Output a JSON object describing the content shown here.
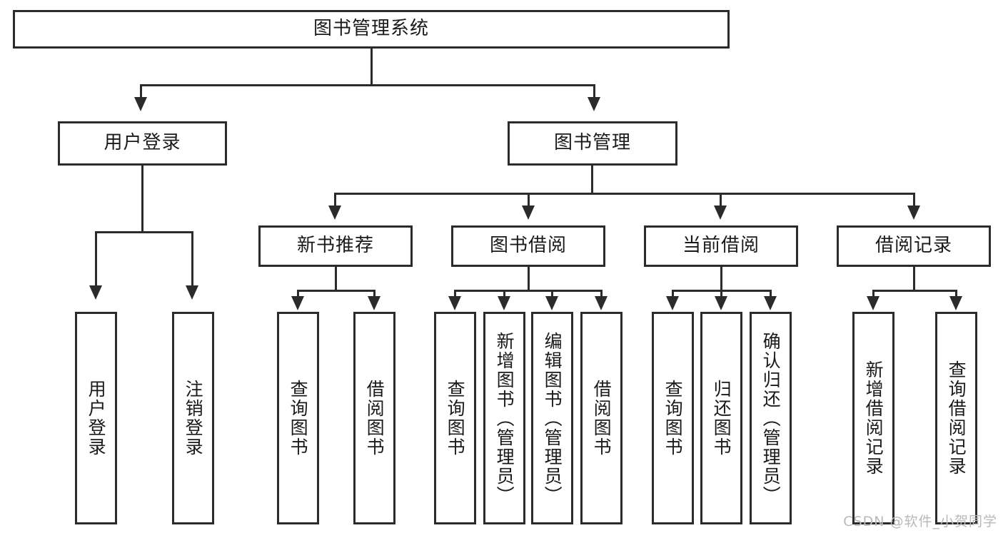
{
  "diagram": {
    "title": "图书管理系统",
    "type": "tree-hierarchy-chart",
    "watermark": "CSDN @软件_小贺同学",
    "stroke_color": "#2b2b2b",
    "background_color": "#ffffff",
    "text_color": "#1a1a1a",
    "watermark_color": "#b9b9b9"
  },
  "nodes": {
    "root": {
      "label": "图书管理系统"
    },
    "level2": [
      {
        "id": "user-login",
        "label": "用户登录"
      },
      {
        "id": "book-management",
        "label": "图书管理"
      }
    ],
    "level3": [
      {
        "id": "new-book-recommend",
        "label": "新书推荐"
      },
      {
        "id": "book-borrow",
        "label": "图书借阅"
      },
      {
        "id": "current-borrow",
        "label": "当前借阅"
      },
      {
        "id": "borrow-record",
        "label": "借阅记录"
      }
    ],
    "leaves": {
      "user_login": [
        {
          "id": "leaf-user-login",
          "label": "用户登录"
        },
        {
          "id": "leaf-logout-login",
          "label": "注销登录"
        }
      ],
      "new_book_recommend": [
        {
          "id": "leaf-query-book-1",
          "label": "查询图书"
        },
        {
          "id": "leaf-borrow-book-1",
          "label": "借阅图书"
        }
      ],
      "book_borrow": [
        {
          "id": "leaf-query-book-2",
          "label": "查询图书"
        },
        {
          "id": "leaf-add-book",
          "label": "新增图书（管理员）"
        },
        {
          "id": "leaf-edit-book",
          "label": "编辑图书（管理员）"
        },
        {
          "id": "leaf-borrow-book-2",
          "label": "借阅图书"
        }
      ],
      "current_borrow": [
        {
          "id": "leaf-query-book-3",
          "label": "查询图书"
        },
        {
          "id": "leaf-return-book",
          "label": "归还图书"
        },
        {
          "id": "leaf-confirm-return",
          "label": "确认归还（管理员）"
        }
      ],
      "borrow_record": [
        {
          "id": "leaf-add-record",
          "label": "新增借阅记录"
        },
        {
          "id": "leaf-query-record",
          "label": "查询借阅记录"
        }
      ]
    }
  }
}
